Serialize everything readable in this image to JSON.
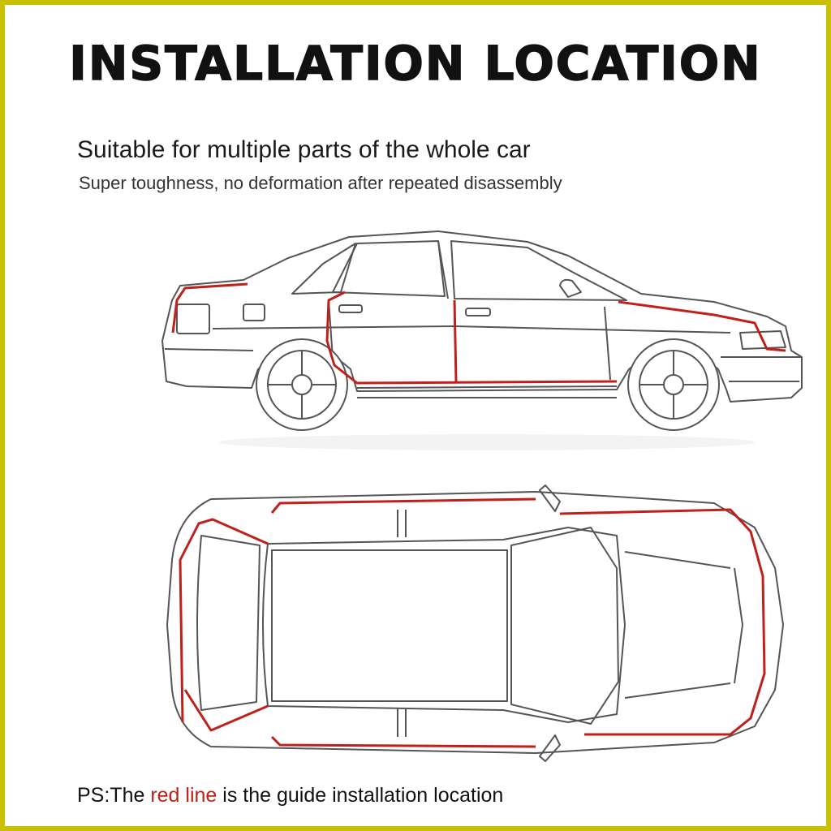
{
  "header": {
    "title": "INSTALLATION LOCATION",
    "subtitle": "Suitable for multiple parts of the whole car",
    "subline": "Super toughness, no deformation after repeated disassembly"
  },
  "note": {
    "prefix": "PS:The ",
    "highlight": "red line",
    "suffix": " is the guide installation location"
  },
  "colors": {
    "frame": "#c8c000",
    "guide_line": "#c0201a",
    "outline": "#555555"
  },
  "illustrations": {
    "side_view": "sedan-side-view",
    "top_view": "car-top-view"
  }
}
